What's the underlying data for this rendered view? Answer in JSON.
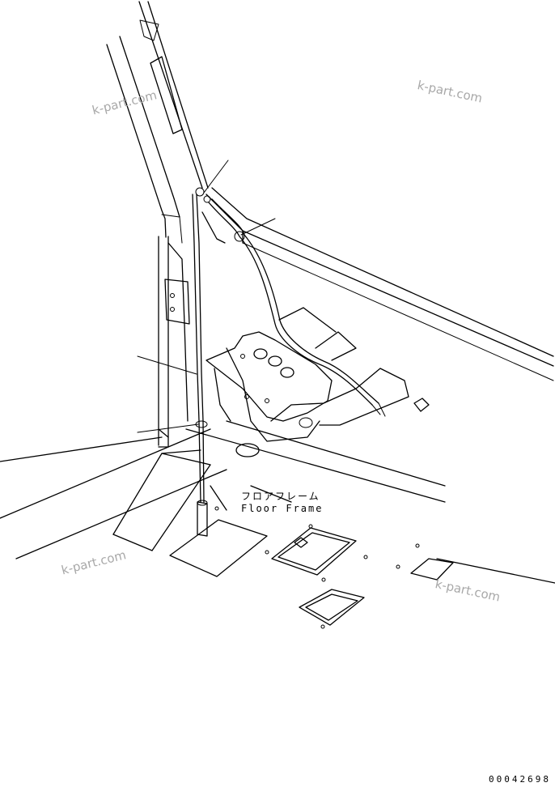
{
  "labels": {
    "floor_frame_jp": "フロアフレーム",
    "floor_frame_en": "Floor Frame"
  },
  "watermarks": [
    "k-part.com",
    "k-part.com",
    "k-part.com",
    "k-part.com"
  ],
  "drawing_number": "00042698"
}
